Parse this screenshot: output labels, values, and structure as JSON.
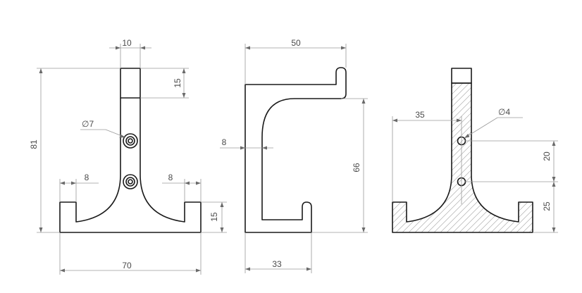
{
  "dimensions": {
    "front_view": {
      "top_width": "10",
      "top_block_height": "15",
      "overall_height": "81",
      "hole_diameter": "∅7",
      "foot_width_left": "8",
      "foot_width_right": "8",
      "foot_height": "15",
      "overall_width": "70"
    },
    "side_view": {
      "overall_depth": "50",
      "wall_thickness": "8",
      "inner_height": "66",
      "bottom_depth": "33"
    },
    "section_view": {
      "offset": "35",
      "hole_diameter": "∅4",
      "hole_spacing": "20",
      "lower_hole_height": "25"
    }
  },
  "colors": {
    "outline": "#1a1a1a",
    "dimension_lines": "#9a9a9a",
    "hatch": "#b0b0b0"
  }
}
